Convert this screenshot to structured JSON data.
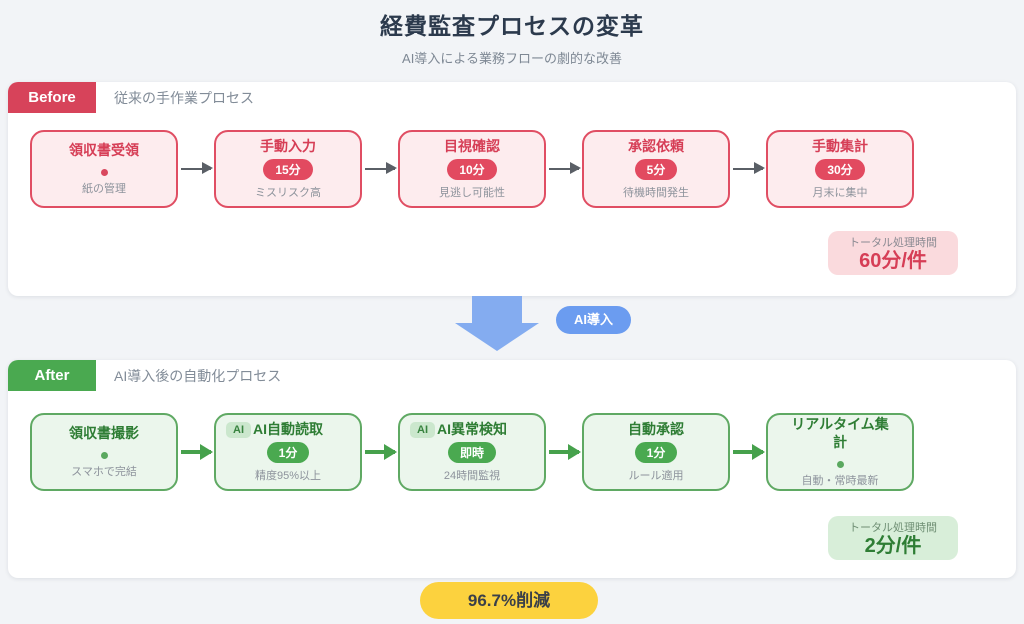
{
  "header": {
    "title": "経費監査プロセスの変革",
    "subtitle": "AI導入による業務フローの劇的な改善"
  },
  "before": {
    "label": "Before",
    "description": "従来の手作業プロセス",
    "steps": [
      {
        "title": "領収書受領",
        "note": "紙の管理"
      },
      {
        "title": "手動入力",
        "badge": "15分",
        "note": "ミスリスク高"
      },
      {
        "title": "目視確認",
        "badge": "10分",
        "note": "見逃し可能性"
      },
      {
        "title": "承認依頼",
        "badge": "5分",
        "note": "待機時間発生"
      },
      {
        "title": "手動集計",
        "badge": "30分",
        "note": "月末に集中"
      }
    ],
    "total": {
      "label": "トータル処理時間",
      "value": "60分/件"
    }
  },
  "transition": {
    "badge": "AI導入"
  },
  "after": {
    "label": "After",
    "description": "AI導入後の自動化プロセス",
    "steps": [
      {
        "title": "領収書撮影",
        "note": "スマホで完結"
      },
      {
        "title": "AI自動読取",
        "ai_tag": "AI",
        "badge": "1分",
        "note": "精度95%以上"
      },
      {
        "title": "AI異常検知",
        "ai_tag": "AI",
        "badge": "即時",
        "note": "24時間監視"
      },
      {
        "title": "自動承認",
        "badge": "1分",
        "note": "ルール適用"
      },
      {
        "title": "リアルタイム集計",
        "note": "自動・常時最新"
      }
    ],
    "total": {
      "label": "トータル処理時間",
      "value": "2分/件"
    }
  },
  "footer": {
    "badge": "96.7%削減"
  },
  "colors": {
    "before_accent": "#d7435a",
    "after_accent": "#4aa950",
    "transition_blue": "#84acf0",
    "highlight_yellow": "#fcd23e"
  }
}
